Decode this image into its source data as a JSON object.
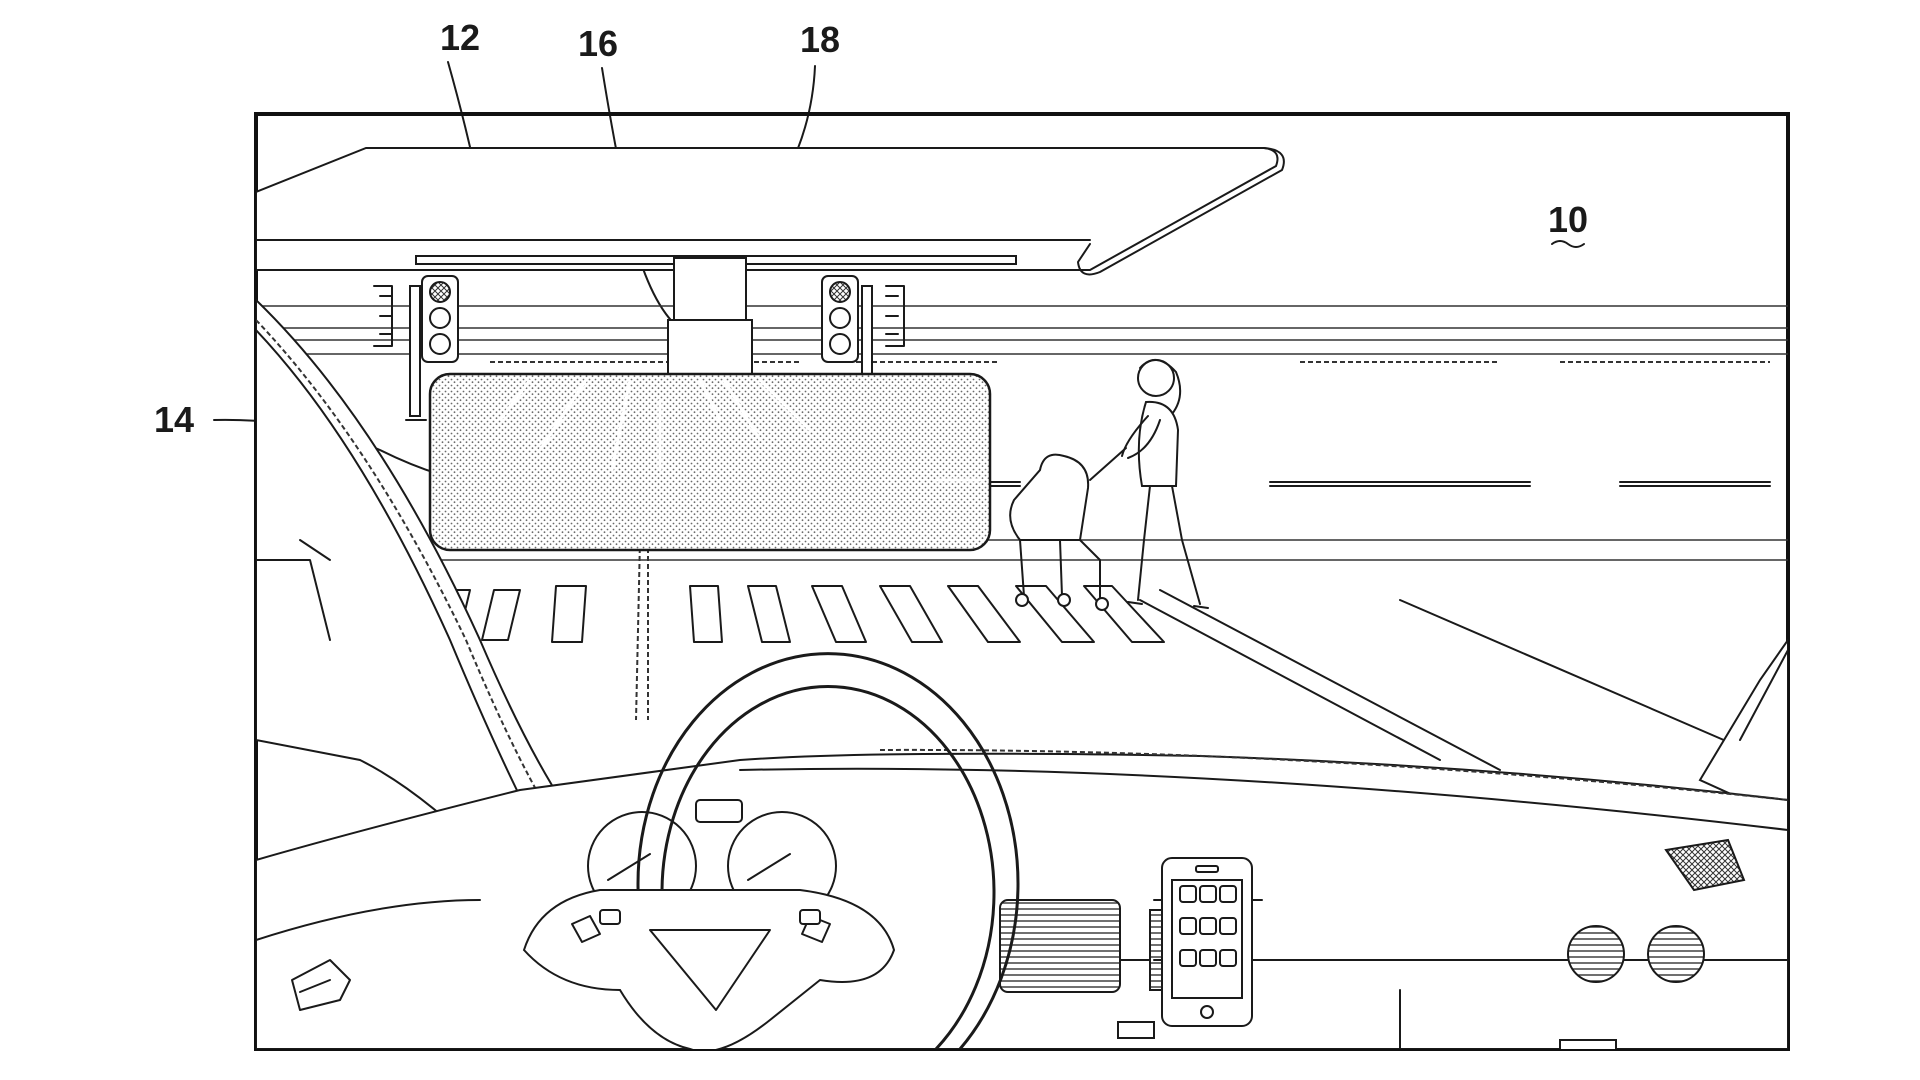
{
  "figure": {
    "reference_numerals": {
      "scene": "10",
      "canopy": "12",
      "display_panel": "14",
      "projector_lower": "16",
      "projector_upper": "18"
    }
  },
  "colors": {
    "line": "#1a1a1a",
    "background": "#ffffff",
    "stipple": "#6b6b6b"
  },
  "icons": [
    "steering-wheel-icon",
    "smartphone-icon",
    "traffic-light-icon",
    "pedestrian-with-stroller-icon",
    "air-vent-icon"
  ]
}
